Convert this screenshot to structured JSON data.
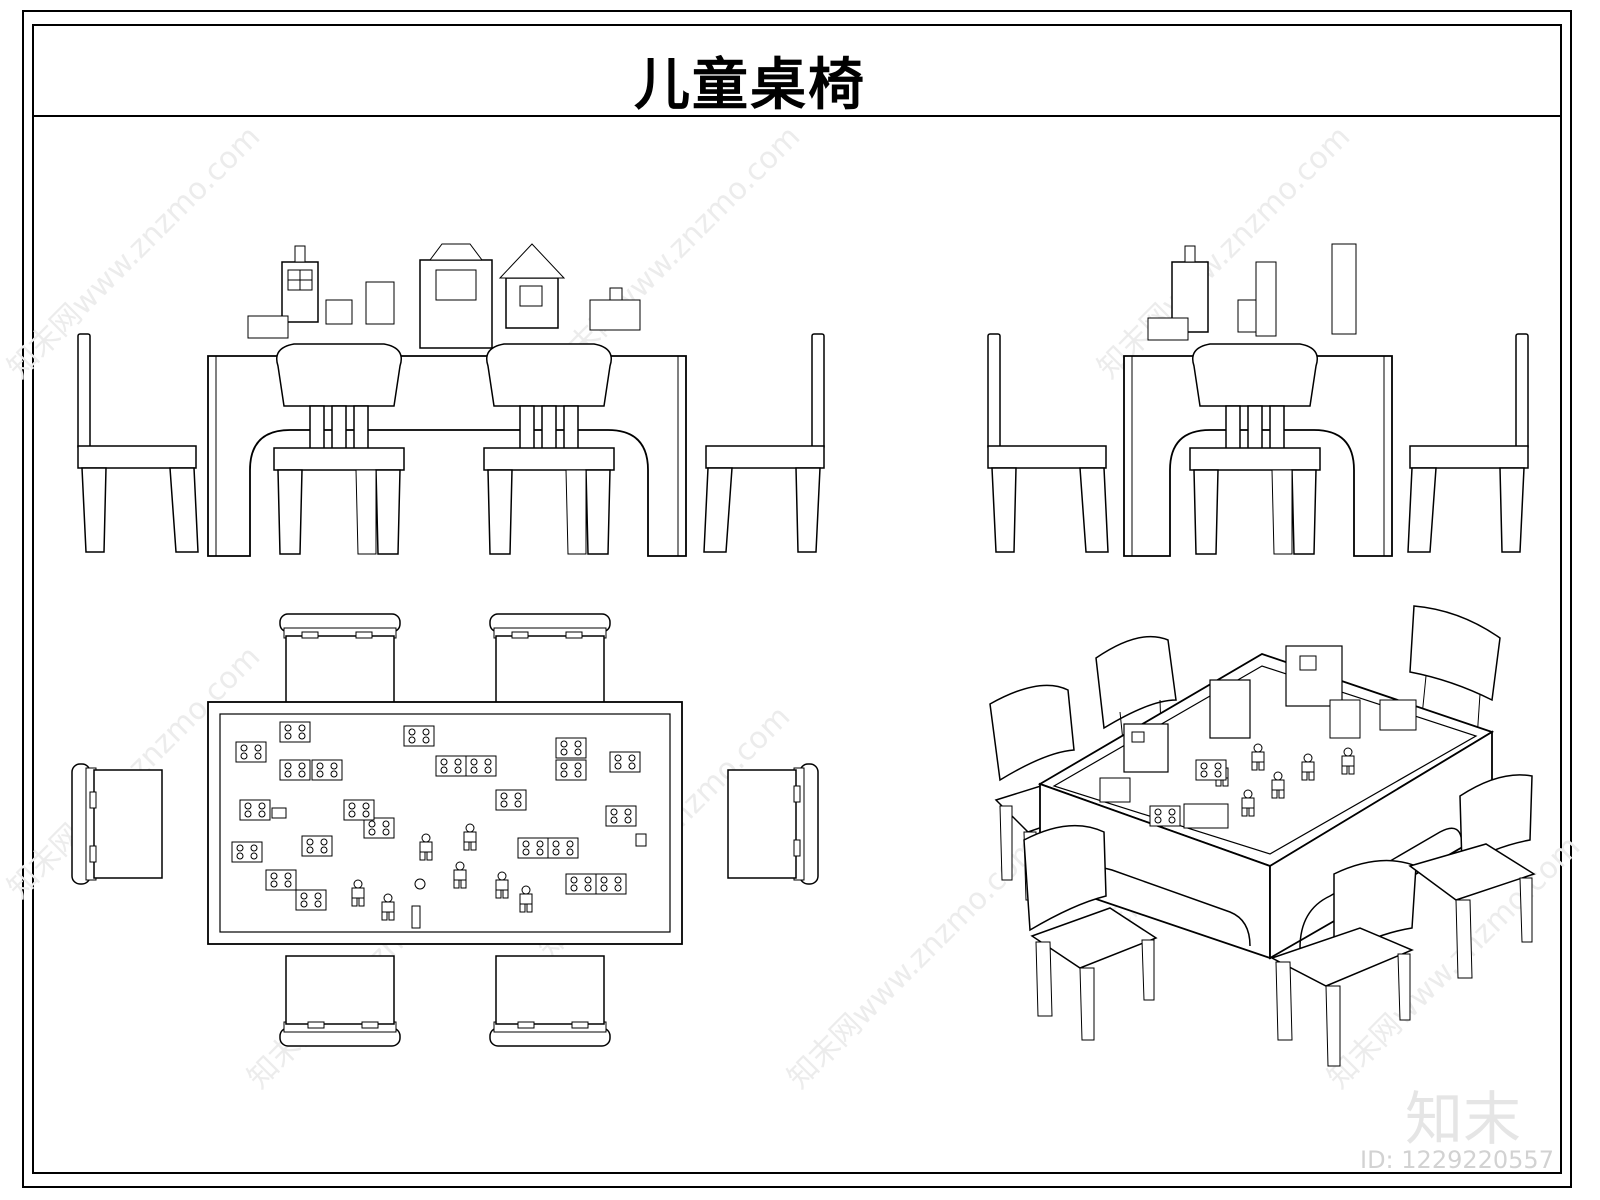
{
  "title": "儿童桌椅",
  "watermark": {
    "url_text": "知末网www.znzmo.com",
    "logo_text": "知末",
    "id_text": "ID: 1229220557"
  },
  "views": [
    "front-elevation",
    "side-elevation",
    "plan",
    "isometric"
  ],
  "colors": {
    "line": "#000000",
    "background": "#ffffff",
    "watermark": "#e0e0e0"
  }
}
